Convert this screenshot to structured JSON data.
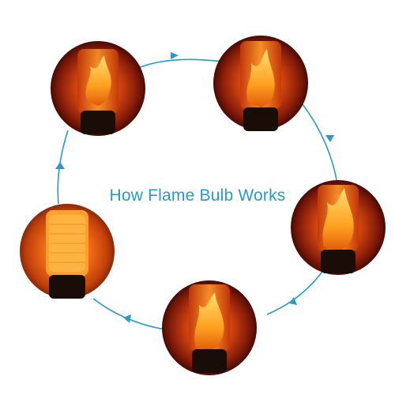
{
  "diagram": {
    "title": "How Flame Bulb Works",
    "colors": {
      "connector": "#2a9ac9",
      "title": "#2a9ac9",
      "glow_dark": "#4a0a04",
      "glow_mid": "#a52a0e",
      "glow_bright": "#ff7a10",
      "flame": "#ffb020",
      "bulb_base": "#1a0d08"
    },
    "steps": [
      {
        "id": "step-1",
        "icon": "flame-bulb-icon",
        "state": "flickering low"
      },
      {
        "id": "step-2",
        "icon": "flame-bulb-icon",
        "state": "flickering rising"
      },
      {
        "id": "step-3",
        "icon": "flame-bulb-icon",
        "state": "flickering full"
      },
      {
        "id": "step-4",
        "icon": "flame-bulb-icon",
        "state": "flickering falling"
      },
      {
        "id": "step-5",
        "icon": "flame-bulb-icon",
        "state": "steady glow"
      }
    ],
    "flow_direction": "clockwise"
  }
}
